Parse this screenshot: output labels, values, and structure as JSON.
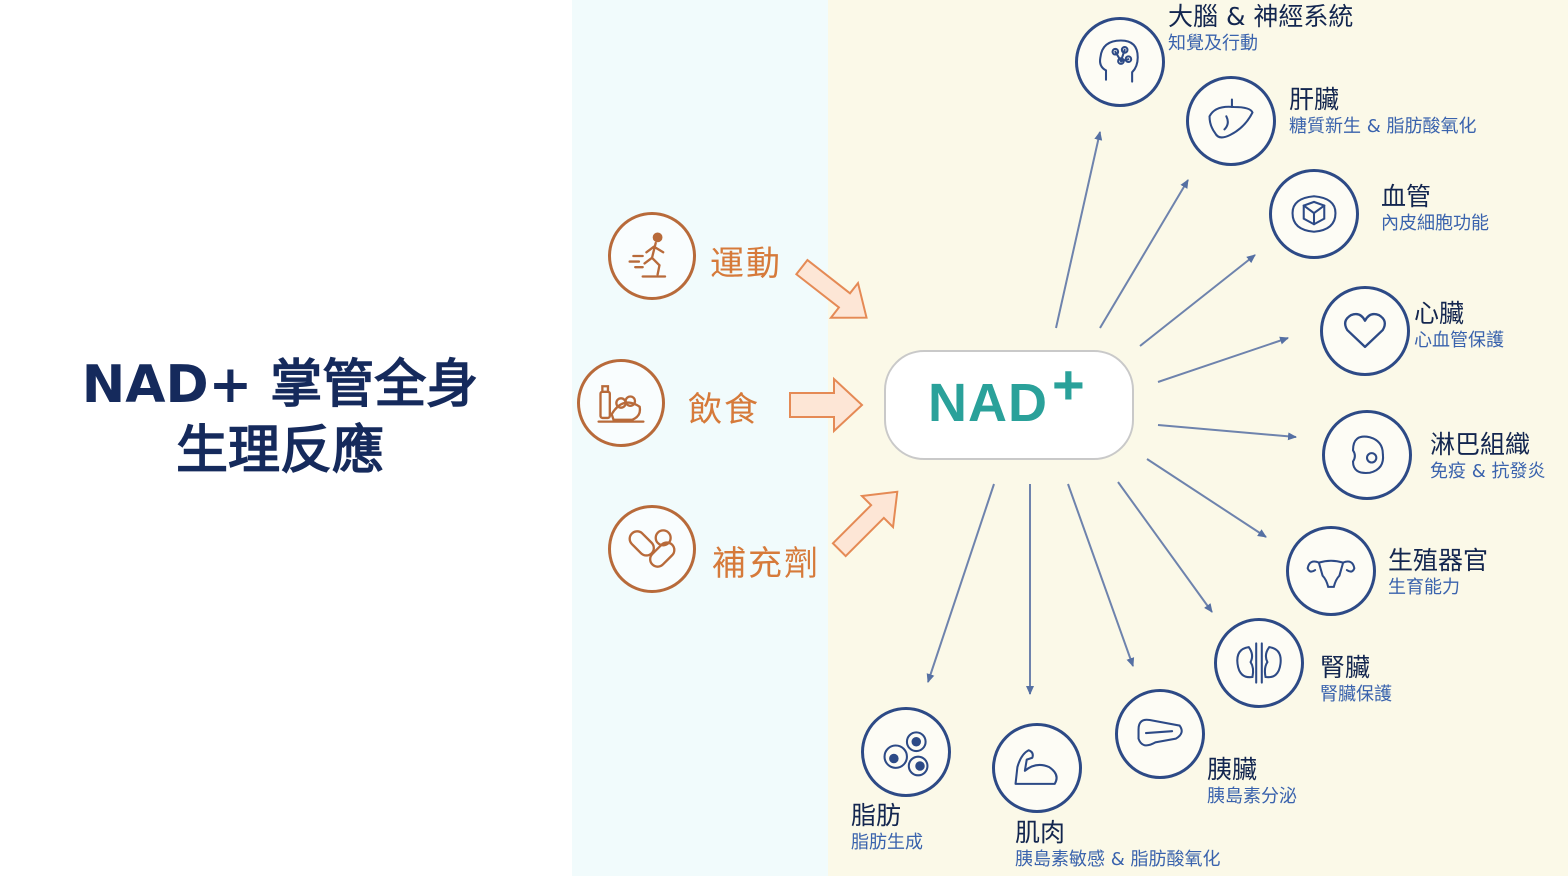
{
  "headline": {
    "line1": "NAD+ 掌管全身",
    "line2": "生理反應"
  },
  "inputs": [
    {
      "label": "運動",
      "icon": "running-person-icon"
    },
    {
      "label": "飲食",
      "icon": "food-groceries-icon"
    },
    {
      "label": "補充劑",
      "icon": "pills-icon"
    }
  ],
  "center": {
    "text": "NAD",
    "plus": "+"
  },
  "outputs": [
    {
      "title": "大腦 & 神經系統",
      "subtitle": "知覺及行動",
      "icon": "brain-head-icon"
    },
    {
      "title": "肝臟",
      "subtitle": "糖質新生 & 脂肪酸氧化",
      "icon": "liver-icon"
    },
    {
      "title": "血管",
      "subtitle": "內皮細胞功能",
      "icon": "blood-vessel-icon"
    },
    {
      "title": "心臟",
      "subtitle": "心血管保護",
      "icon": "heart-icon"
    },
    {
      "title": "淋巴組織",
      "subtitle": "免疫 & 抗發炎",
      "icon": "lymph-node-icon"
    },
    {
      "title": "生殖器官",
      "subtitle": "生育能力",
      "icon": "uterus-icon"
    },
    {
      "title": "腎臟",
      "subtitle": "腎臟保護",
      "icon": "kidney-icon"
    },
    {
      "title": "胰臟",
      "subtitle": "胰島素分泌",
      "icon": "pancreas-icon"
    },
    {
      "title": "肌肉",
      "subtitle": "胰島素敏感 & 脂肪酸氧化",
      "icon": "muscle-arm-icon"
    },
    {
      "title": "脂肪",
      "subtitle": "脂肪生成",
      "icon": "fat-cells-icon"
    }
  ],
  "colors": {
    "headline": "#152a5c",
    "input_accent": "#d67a3a",
    "nad": "#2aa19a",
    "output_ring": "#2d4a86",
    "output_sub": "#3a63ad"
  }
}
